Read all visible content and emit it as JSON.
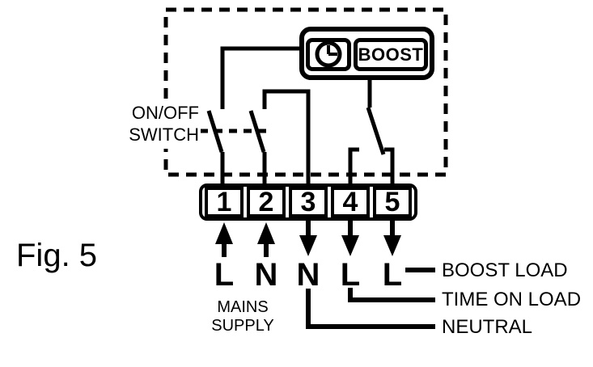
{
  "figure_caption": "Fig. 5",
  "colors": {
    "line": "#000000",
    "background": "#ffffff",
    "text": "#000000"
  },
  "timer_unit": {
    "clock_icon": "clock-icon",
    "boost_label": "BOOST"
  },
  "onoff_switch_label": {
    "line1": "ON/OFF",
    "line2": "SWITCH"
  },
  "terminal_block": {
    "terminals": [
      {
        "number": "1",
        "letter": "L",
        "arrow": "up"
      },
      {
        "number": "2",
        "letter": "N",
        "arrow": "up"
      },
      {
        "number": "3",
        "letter": "N",
        "arrow": "down"
      },
      {
        "number": "4",
        "letter": "L",
        "arrow": "down"
      },
      {
        "number": "5",
        "letter": "L",
        "arrow": "down"
      }
    ]
  },
  "connection_labels": {
    "mains_line1": "MAINS",
    "mains_line2": "SUPPLY",
    "neutral": "NEUTRAL",
    "time_on_load": "TIME ON LOAD",
    "boost_load": "BOOST LOAD"
  }
}
